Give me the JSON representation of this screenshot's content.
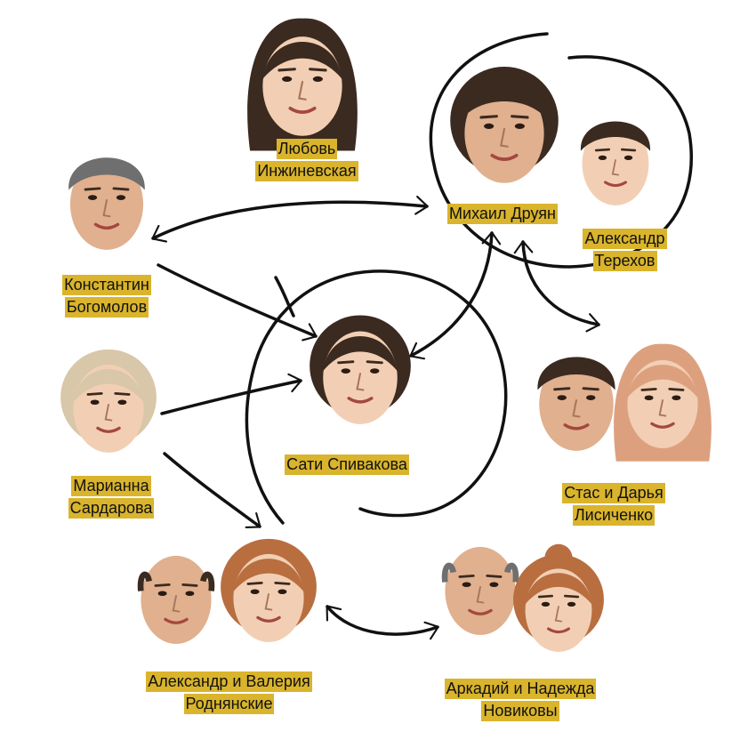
{
  "colors": {
    "label_bg": "#d9b42c",
    "ink": "#111111",
    "skin_light": "#f2cfb4",
    "skin_mid": "#e0b08f",
    "hair_dark": "#3b2a20",
    "hair_grey": "#6f6f6f",
    "hair_blonde": "#d8c7a8",
    "hair_copper": "#b86e3f",
    "hair_strawberry": "#dda07e"
  },
  "people": {
    "lyubov": {
      "name1": "Любовь",
      "name2": "Инжиневская"
    },
    "druyan": {
      "name1": "Михаил Друян",
      "name2": ""
    },
    "terekhov": {
      "name1": "Александр",
      "name2": "Терехов"
    },
    "bogomolov": {
      "name1": "Константин",
      "name2": "Богомолов"
    },
    "spivakova": {
      "name1": "Сати Спивакова",
      "name2": ""
    },
    "sardarova": {
      "name1": "Марианна",
      "name2": "Сардарова"
    },
    "lisichenko": {
      "name1": "Стас и Дарья",
      "name2": "Лисиченко"
    },
    "rodnyanskie": {
      "name1": "Александр и Валерия",
      "name2": "Роднянские"
    },
    "novikovy": {
      "name1": "Аркадий и Надежда",
      "name2": "Новиковы"
    }
  },
  "faces": [
    {
      "id": "lyubov",
      "hair": "hair_dark",
      "skin": "skin_light",
      "style": "long"
    },
    {
      "id": "druyan",
      "hair": "hair_dark",
      "skin": "skin_mid",
      "style": "curly"
    },
    {
      "id": "terekhov",
      "hair": "hair_dark",
      "skin": "skin_light",
      "style": "short"
    },
    {
      "id": "bogomolov",
      "hair": "hair_grey",
      "skin": "skin_mid",
      "style": "short"
    },
    {
      "id": "spivakova",
      "hair": "hair_dark",
      "skin": "skin_light",
      "style": "bob"
    },
    {
      "id": "sardarova",
      "hair": "hair_blonde",
      "skin": "skin_light",
      "style": "bob"
    },
    {
      "id": "stas",
      "hair": "hair_dark",
      "skin": "skin_mid",
      "style": "short"
    },
    {
      "id": "darya",
      "hair": "hair_strawberry",
      "skin": "skin_light",
      "style": "long"
    },
    {
      "id": "alexander_r",
      "hair": "hair_dark",
      "skin": "skin_mid",
      "style": "bald"
    },
    {
      "id": "valeriya_r",
      "hair": "hair_copper",
      "skin": "skin_light",
      "style": "bob"
    },
    {
      "id": "arkady_n",
      "hair": "hair_grey",
      "skin": "skin_mid",
      "style": "bald"
    },
    {
      "id": "nadezhda_n",
      "hair": "hair_copper",
      "skin": "skin_light",
      "style": "bun"
    }
  ]
}
